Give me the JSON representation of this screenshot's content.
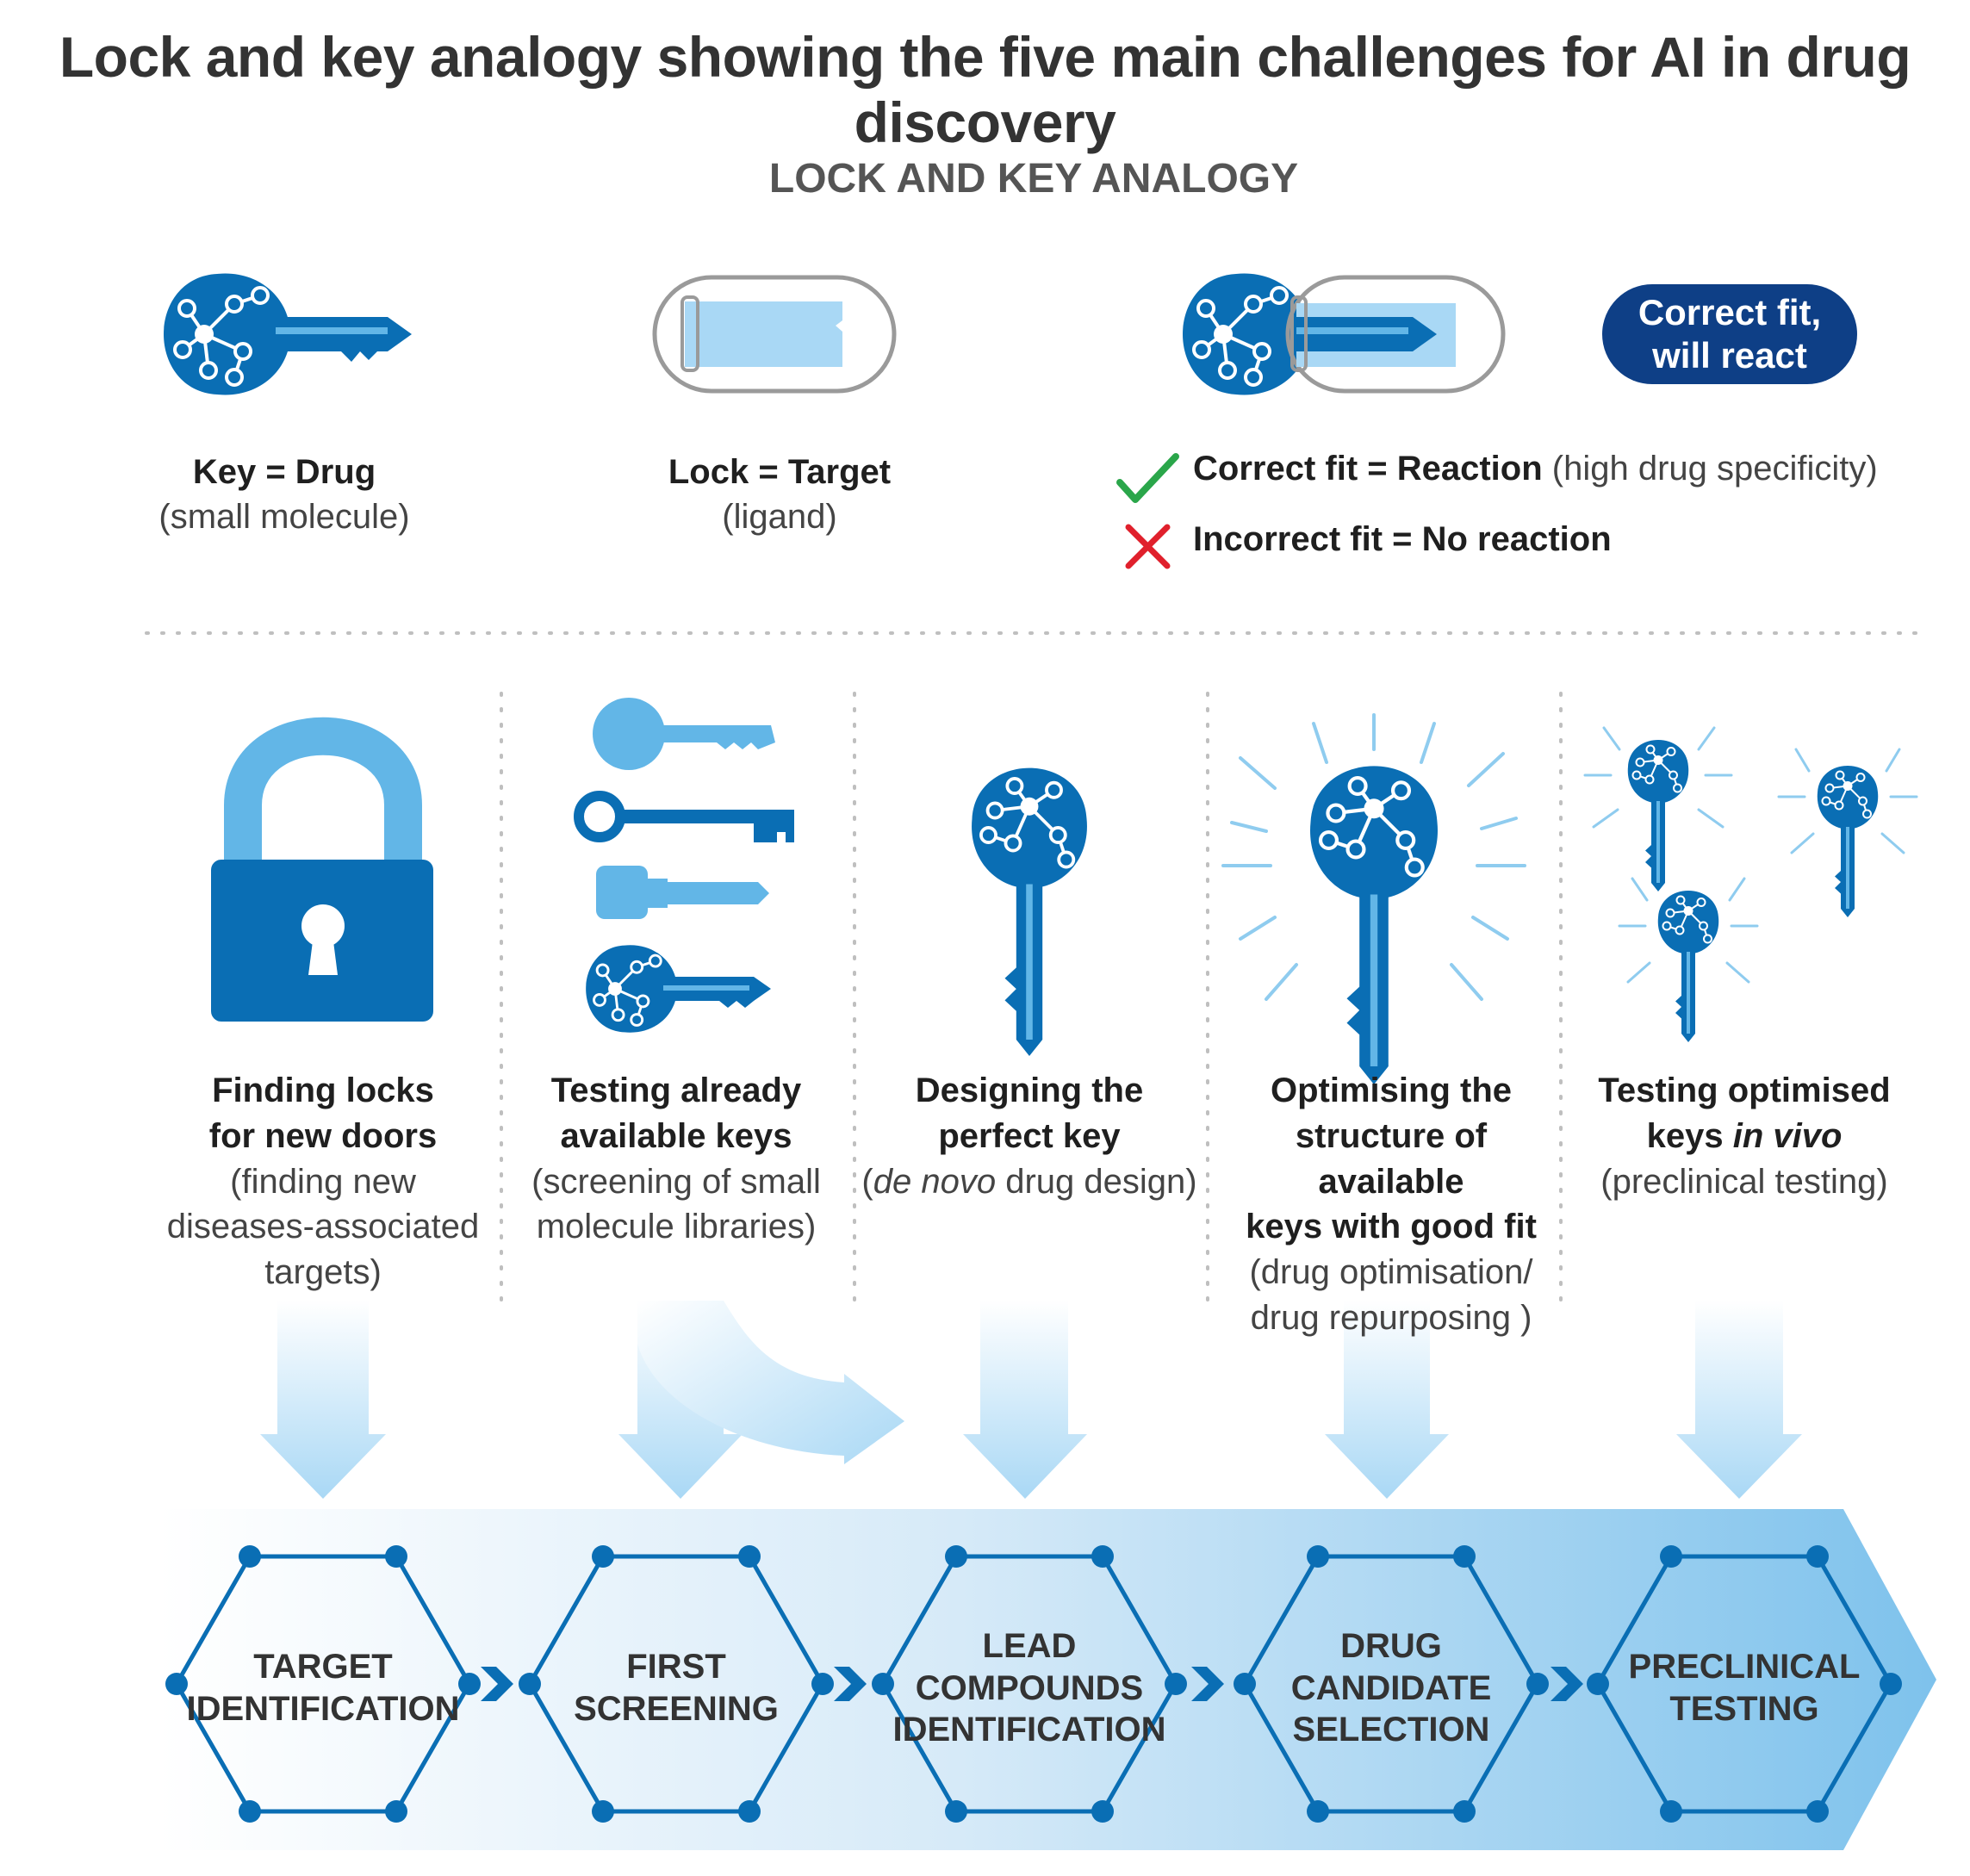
{
  "title": "Lock and key analogy showing the five main challenges for AI in drug discovery",
  "analogy": {
    "heading": "LOCK AND KEY ANALOGY",
    "key": {
      "label_bold": "Key = Drug",
      "sub": "(small molecule)"
    },
    "lock": {
      "label_bold": "Lock = Target",
      "sub": "(ligand)"
    },
    "correct": {
      "label_bold": "Correct fit = Reaction",
      "note": "(high drug specificity)"
    },
    "incorrect": {
      "label_bold": "Incorrect fit = No reaction"
    },
    "badge": {
      "line1": "Correct fit,",
      "line2": "will react"
    }
  },
  "challenges": [
    {
      "head1": "Finding locks",
      "head2": "for new doors",
      "desc1": "(finding new",
      "desc2": "diseases-associated",
      "desc3": "targets)"
    },
    {
      "head1": "Testing already",
      "head2": "available keys",
      "desc1": "(screening of small",
      "desc2": "molecule libraries)"
    },
    {
      "head1": "Designing the",
      "head2": "perfect key",
      "desc_pre": "(",
      "desc_italic": "de novo",
      "desc_post": " drug design)"
    },
    {
      "head1": "Optimising the",
      "head2": "structure of available",
      "head3": "keys with good fit",
      "desc1": "(drug optimisation/",
      "desc2": "drug repurposing )"
    },
    {
      "head1": "Testing optimised",
      "head2_pre": "keys ",
      "head2_italic": "in vivo",
      "desc1": "(preclinical testing)"
    }
  ],
  "stages": [
    {
      "l1": "TARGET",
      "l2": "IDENTIFICATION"
    },
    {
      "l1": "FIRST",
      "l2": "SCREENING"
    },
    {
      "l1": "LEAD",
      "l2": "COMPOUNDS",
      "l3": "IDENTIFICATION"
    },
    {
      "l1": "DRUG",
      "l2": "CANDIDATE",
      "l3": "SELECTION"
    },
    {
      "l1": "PRECLINICAL",
      "l2": "TESTING"
    }
  ],
  "colors": {
    "dark_blue": "#0a6eb4",
    "light_blue": "#62b6e7",
    "pale_blue": "#a9d8f5",
    "badge_navy": "#0e3f86",
    "check_green": "#2aa64a",
    "cross_red": "#e0202c",
    "text_dark": "#333333"
  },
  "icons": [
    "key-molecule-icon",
    "lock-cylinder-icon",
    "padlock-icon",
    "check-icon",
    "cross-icon",
    "chevron-right-icon",
    "hexagon-stage-icon"
  ]
}
